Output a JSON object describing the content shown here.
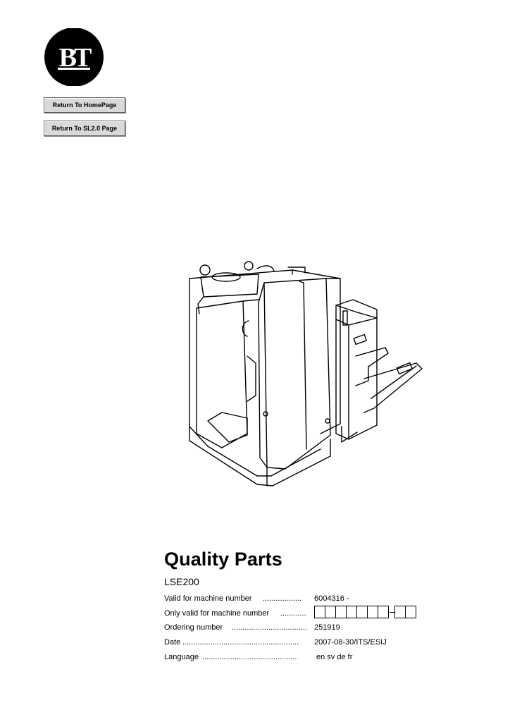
{
  "logo_text": "BT",
  "nav": {
    "home_label": "Return To HomePage",
    "sl_label": "Return To SL2.0 Page"
  },
  "document": {
    "title": "Quality Parts",
    "model": "LSE200",
    "rows": [
      {
        "label": "Valid for machine number",
        "value": "6004316 -"
      },
      {
        "label": "Only valid for machine number",
        "value": ""
      },
      {
        "label": "Ordering number",
        "value": "251919"
      },
      {
        "label": "Date",
        "value": "2007-08-30/ITS/ESIJ"
      },
      {
        "label": "Language",
        "value": "en sv de fr"
      }
    ]
  },
  "colors": {
    "logo_bg": "#000000",
    "button_bg": "#d9d9d9",
    "text": "#000000"
  }
}
